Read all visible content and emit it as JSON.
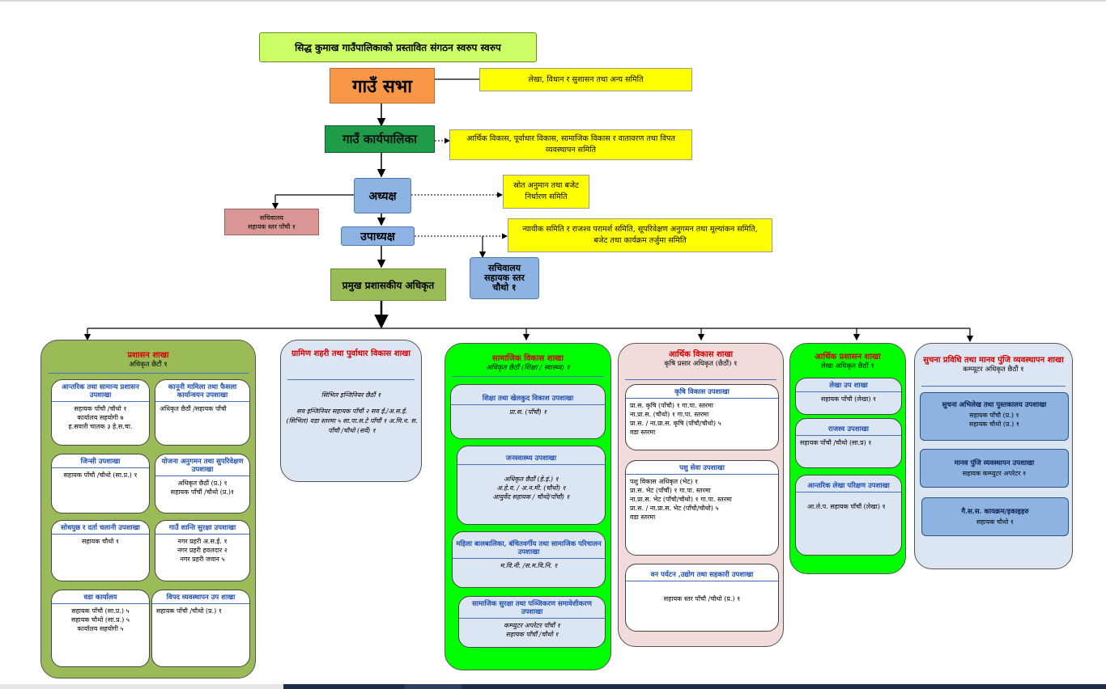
{
  "diagram_title": "सिद्ध कुमाख गाउँपालिकाको प्रस्तावित संगठन स्वरुप स्वरुप",
  "top": {
    "sabha": "गाउँ सभा",
    "sabha_committee": "लेखा, विधान र सुशासन तथा अन्य समिति",
    "karyapalika": "गाउँ कार्यपालिका",
    "karyapalika_committee": "आर्थिक विकास, पूर्वाधार विकास, सामाजिक विकास र वातावरण तथा विपत व्यवस्थापन समिति",
    "adhyaksha": "अध्यक्ष",
    "adhyaksha_committee": "स्रोत अनुमान तथा बजेट निर्धारण समिति",
    "sachivalaya_5": "सचिवालय\nसहायक स्तर पाँचौ १",
    "upadhyaksha": "उपाध्यक्ष",
    "upadhyaksha_committee": "न्यायीक समिति र राजश्व परामर्श समिति, सूपरिवेक्षण अनुगमन तथा मूल्यांकन समिति, बजेट तथा कार्यक्रम तर्जुमा समिति",
    "sachivalaya_4": "सचिवालय\nसहायक स्तर\nचौथो १",
    "cao": "प्रमुख प्रशासकीय अधिकृत"
  },
  "sections": {
    "prashasan": {
      "title": "प्रशासन शाखा",
      "sub": "अधिकृत छैटौं १",
      "units": [
        {
          "title": "आन्तरिक तथा सामान्य प्रशासन उपशाखा",
          "body": "सहायक पाँचौ /चौथो १\nकार्यालय सहयोगी ७\nह.सवारी चालक ३ हे.स.चा."
        },
        {
          "title": "कानूनी मामिला तथा फैसला कार्यान्वयन उपशाखा",
          "body": "अधिकृत छैठौं /सहायक पाँचौ"
        },
        {
          "title": "जिन्सी उपशाखा",
          "body": "सहायक पाँचौ /चौथो (सा.प्र.) १"
        },
        {
          "title": "योजना अनुगमन तथा सुपरिवेक्षण उपशाखा",
          "body": "अधिकृत छैठौं (प्र.) १\nसहायक पाँचौं /चौथो (प्र.)१"
        },
        {
          "title": "सोधपुछ र दर्ता चलानी उपशाखा",
          "body": "सहायक चौथो १"
        },
        {
          "title": "गाउँ शान्ति सुरक्षा उपशाखा",
          "body": "नगर प्रहरी अ.स.ई. १\nनगर प्रहरी हवलदार २\nनगर प्रहरी जवान ५"
        },
        {
          "title": "वडा कार्यालय",
          "body": "सहायक पाँचौ (सा.प्र.) ५\nसहायक चौथो (सा.प्र.) ५\nकार्यालय सहयोगी ५"
        },
        {
          "title": "विपद व्यवस्थापन उप शाखा",
          "body": "सहायक पाँचौ /चौथो (प्र.) १"
        }
      ]
    },
    "gramin": {
      "title": "ग्रामिण शहरी तथा पुर्वाधार विकास शाखा",
      "sub": "सिभिल इन्जिनियर छैठौं १",
      "body": "सव इन्जिनियर सहायक पाँचौं २ सव ई./अ.स.ई.(सिभिल) वडा स्तरमा ५ सा.पा.स.टे पाँचौं १ अ.मि.न. स. पाँचौ /चौथो (सर्वे) १"
    },
    "samajik": {
      "title": "सामाजिक विकास शाखा",
      "sub": "अधिकृत छैठौं (शिक्षा / स्वास्थ्य) १",
      "units": [
        {
          "title": "शिक्षा तथा खेलकुद विकाश उपशाखा",
          "body": "प्रा.स. (पाँचौ) १"
        },
        {
          "title": "जनस्वास्थ्य उपशाखा",
          "body": "अधिकृत छैठौं (हे.इं.) १\nअ.हे.व. / अ.न.मी. (चौथो) १\nआयुर्वेद सहायक / चौथो/पाँचौ) १"
        },
        {
          "title": "महिला बालबालिका, बंचितवर्गीय तथा सामाजिक परिचालन उपशाखा",
          "body": "म.वि.नी. /स.म.वि.नि. १"
        },
        {
          "title": "सामाजिक सुरक्षा तथा पञ्जिकरण समावेशीकरण उपशाखा",
          "body": "कम्प्युटर अपरेटर पाँचौं १\nसहायक पाँचौं /चौथो १"
        }
      ]
    },
    "arthik_vikas": {
      "title": "आर्थिक विकास शाखा",
      "sub": "कृषि प्रसार अधिकृत (छैठौं) १",
      "units": [
        {
          "title": "कृषि विकास उपशाखा",
          "body": "प्रा.स. कृषि (पाँचौ) १ गा.पा. स्तरमा\nना.प्रा.स. (चौथो) १ गा.पा. स्तरमा\nप्रा.स. / ना.प्रा.स. कृषि (पाँचौ/चौथो) ५\nवडा स्तरमा"
        },
        {
          "title": "पशु सेवा उपशाखा",
          "body": "पशु विकास अधिकृत (भेट) १\nप्रा.स. भेट (पाँचौं) १ गा.पा. स्तरमा\nना.प्रा.स. भेट (पाँचौ/चौथो) १ गा.पा. स्तरमा\nप्रा.स. / ना.प्रा.स. भेट (पाँचौ/चौथो) ५\nवडा स्तरमा"
        },
        {
          "title": "वन पर्यटन ,उद्योग तथा सहकारी उपशाखा",
          "body": "सहायक स्तर पाँचौ /चौथो (प्र.) १"
        }
      ]
    },
    "arthik_prashasan": {
      "title": "आर्थिक प्रशासन शाखा",
      "sub": "लेखा अधिकृत छैठौं १",
      "units": [
        {
          "title": "लेखा उप शाखा",
          "body": "सहायक पाँचौ (लेखा) १"
        },
        {
          "title": "राजश्व उपशाखा",
          "body": "सहायक पाँचौ /चौथो (सा.प्र) १"
        },
        {
          "title": "आन्तरिक लेखा परिक्षण उपशाखा",
          "body": "आ.ले.प. सहायक पाँचौं (लेखा) १"
        }
      ]
    },
    "suchana": {
      "title": "सुचना प्रविधि तथा मानव पुंजि व्यवस्थापन शाखा",
      "sub": "कम्प्यूटर अधिकृत छैठौं १",
      "units": [
        {
          "title": "सुचना अभिलेख तथा पुस्तकालय उपशाखा",
          "body": "सहायक पाँचौ (प्र.) १\nसहायक चौथो (प्र.) १"
        },
        {
          "title": "मानव पुंजि व्यवस्थापन उपशाखा",
          "body": "सहायक कम्प्युटर अपरेटर १"
        },
        {
          "title": "गै.स.स. कायक्रम/इकाइहरु",
          "body": "सहायक चौथो १"
        }
      ]
    }
  },
  "colors": {
    "title_box": "#ccff66",
    "sabha": "#f79646",
    "karyapalika": "#1f9b4a",
    "officials": "#8db3e2",
    "committees": "#ffff00",
    "cao": "#9bbb59",
    "prashasan_panel": "#9bbb59",
    "gramin_panel": "#dce6f2",
    "samajik_panel": "#00ff00",
    "arthik_vikas_panel": "#f2dcdb",
    "arthik_prashasan_panel": "#00ff00",
    "suchana_panel": "#dce6f2",
    "section_title": "#d40000"
  }
}
